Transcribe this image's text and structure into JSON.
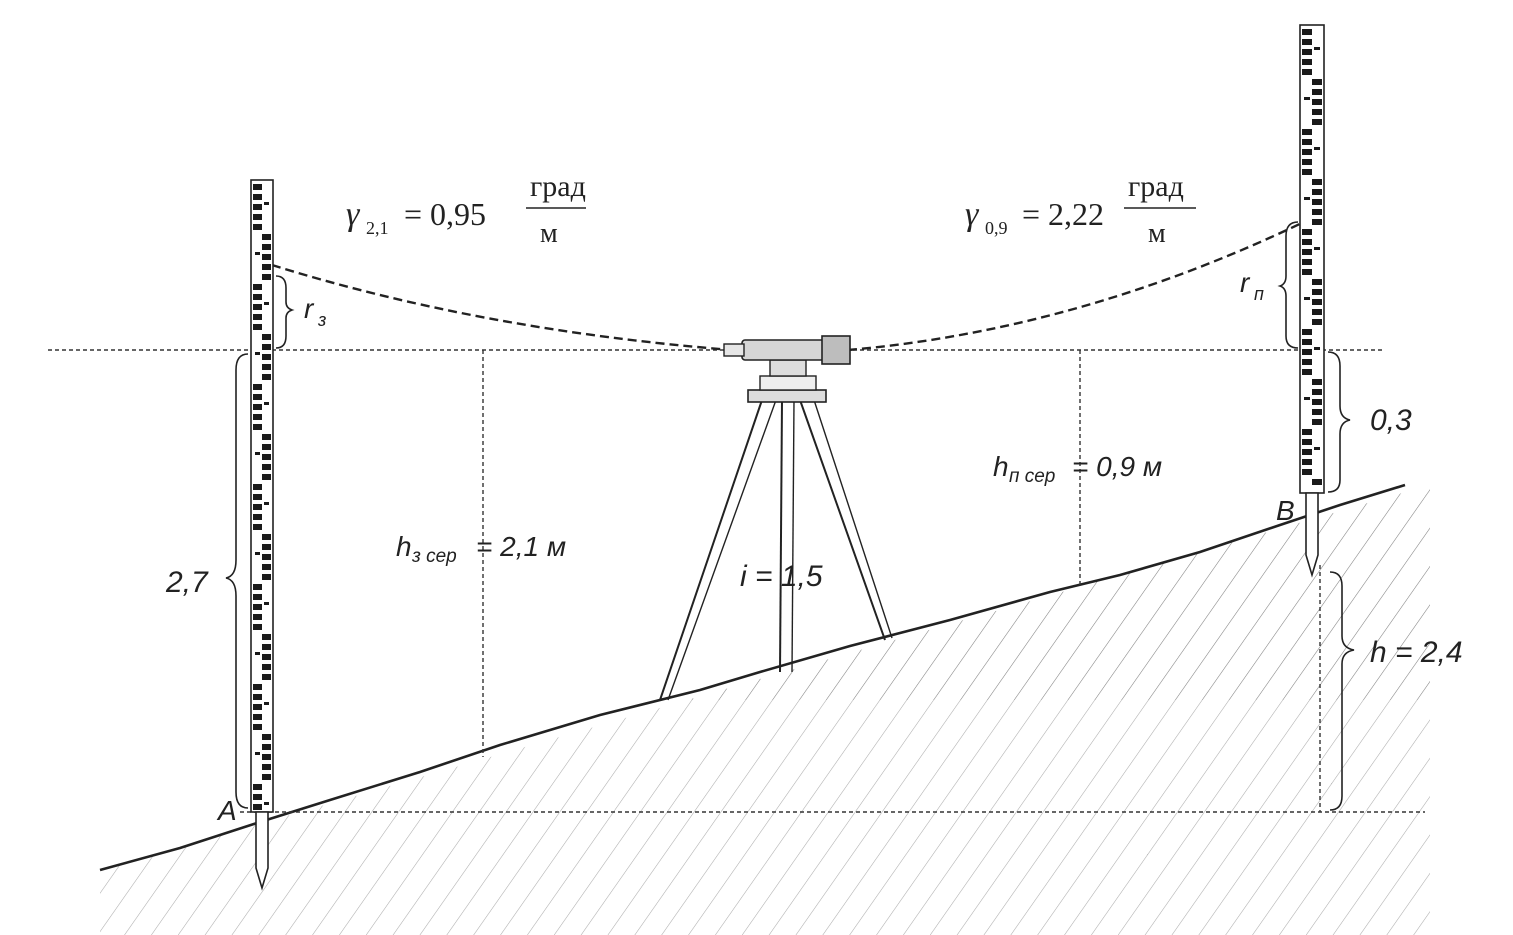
{
  "formulas": {
    "left": {
      "symbol": "γ",
      "subscript": "2,1",
      "value": "= 0,95",
      "num": "град",
      "den": "м"
    },
    "right": {
      "symbol": "γ",
      "subscript": "0,9",
      "value": "= 2,22",
      "num": "град",
      "den": "м"
    }
  },
  "labels": {
    "r_back": {
      "base": "r",
      "sub": "з"
    },
    "r_front": {
      "base": "r",
      "sub": "п"
    },
    "h_back": {
      "base": "h",
      "sub": "з сер",
      "rest": "= 2,1 м"
    },
    "h_front": {
      "base": "h",
      "sub": "п сер",
      "rest": "= 0,9 м"
    },
    "instrument_height": "i = 1,5",
    "reading_back": "2,7",
    "reading_front": "0,3",
    "height_diff": "h = 2,4",
    "point_a": "A",
    "point_b": "B"
  },
  "colors": {
    "ink": "#222222",
    "background": "#ffffff"
  }
}
